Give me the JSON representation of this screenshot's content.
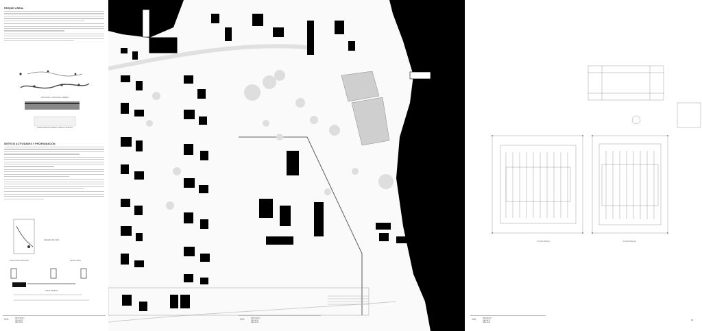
{
  "left_sheet": {
    "heading_1": "PARQUE LINEAL",
    "heading_2": "SINTESIS ACTIVIDADES Y PROGRAMACION",
    "caption_1": "PROPUESTA - CRUCE DE LA RIBERA",
    "caption_2": "CONFIGURACION URBANA / ESPACIO PUBLICO",
    "caption_3": "ESQUEMA DE USOS",
    "caption_4": "CIRCULACION PEATONAL",
    "caption_5": "ESTRUCTURA",
    "caption_6": "CORTE GENERAL",
    "stamp": [
      "PROYECTO",
      "parcela 12",
      "ABR-2019"
    ]
  },
  "site_sheet": {
    "stamp": [
      "PROYECTO",
      "parcela 12",
      "ABR-2019"
    ]
  },
  "plan_sheet": {
    "caption_left": "PLANTA NIVEL 01",
    "caption_right": "PLANTA NIVEL 02",
    "stamp": [
      "PROYECTO",
      "parcela 12",
      "ABR-2019"
    ],
    "page_number": "03"
  },
  "colors": {
    "ink": "#000000",
    "paper": "#ffffff",
    "tree": "#d8d8d8",
    "roof": "#bdbdbd"
  }
}
